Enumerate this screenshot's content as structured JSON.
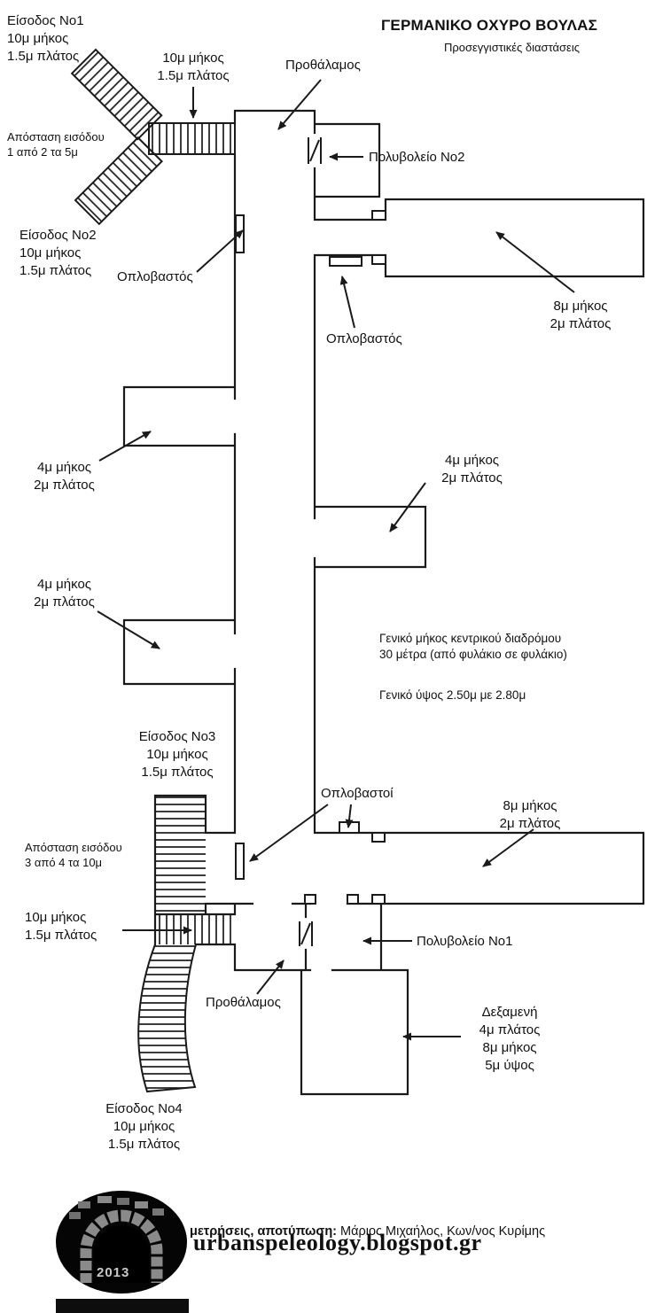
{
  "header": {
    "title": "ΓΕΡΜΑΝΙΚΟ ΟΧΥΡΟ ΒΟΥΛΑΣ",
    "subtitle": "Προσεγγιστικές διαστάσεις"
  },
  "labels": {
    "entrance1": {
      "text": "Είσοδος Νο1\n10μ μήκος\n1.5μ πλάτος"
    },
    "corridor_top": {
      "text": "10μ μήκος\n1.5μ πλάτος"
    },
    "prothalamos_top": {
      "text": "Προθάλαμος"
    },
    "polyvoleio2": {
      "text": "Πολυβολείο Νο2"
    },
    "distance1": {
      "text": "Απόσταση εισόδου\n1 από 2 τα 5μ"
    },
    "entrance2": {
      "text": "Είσοδος Νο2\n10μ μήκος\n1.5μ πλάτος"
    },
    "oplovastos_left": {
      "text": "Οπλοβαστός"
    },
    "oplovastos_right": {
      "text": "Οπλοβαστός"
    },
    "room8_top": {
      "text": "8μ μήκος\n2μ πλάτος"
    },
    "room4_left1": {
      "text": "4μ μήκος\n2μ πλάτος"
    },
    "room4_right": {
      "text": "4μ μήκος\n2μ πλάτος"
    },
    "room4_left2": {
      "text": "4μ μήκος\n2μ πλάτος"
    },
    "note_corridor": {
      "text": "Γενικό μήκος κεντρικού διαδρόμου\n30 μέτρα (από φυλάκιο σε φυλάκιο)"
    },
    "note_height": {
      "text": "Γενικό ύψος 2.50μ με 2.80μ"
    },
    "entrance3": {
      "text": "Είσοδος Νο3\n10μ μήκος\n1.5μ πλάτος"
    },
    "distance2": {
      "text": "Απόσταση εισόδου\n3 από 4 τα 10μ"
    },
    "oplovastoi": {
      "text": "Οπλοβαστοί"
    },
    "room8_bottom": {
      "text": "8μ μήκος\n2μ πλάτος"
    },
    "corridor_bottom": {
      "text": "10μ μήκος\n1.5μ πλάτος"
    },
    "polyvoleio1": {
      "text": "Πολυβολείο Νο1"
    },
    "prothalamos_bottom": {
      "text": "Προθάλαμος"
    },
    "dexameni": {
      "text": "Δεξαμενή\n4μ πλάτος\n8μ μήκος\n5μ ύψος"
    },
    "entrance4": {
      "text": "Είσοδος Νο4\n10μ μήκος\n1.5μ πλάτος"
    }
  },
  "footer": {
    "credits_bold": "μετρήσεις, αποτύπωση:",
    "credits_rest": " Μάριος Μιχαήλος, Κων/νος Κυρίμης",
    "url": "urbanspeleology.blogspot.gr",
    "logo_year": "2013"
  },
  "colors": {
    "ink": "#1a1a1a",
    "background": "#ffffff",
    "logo_stone": "#8a8a8a"
  }
}
